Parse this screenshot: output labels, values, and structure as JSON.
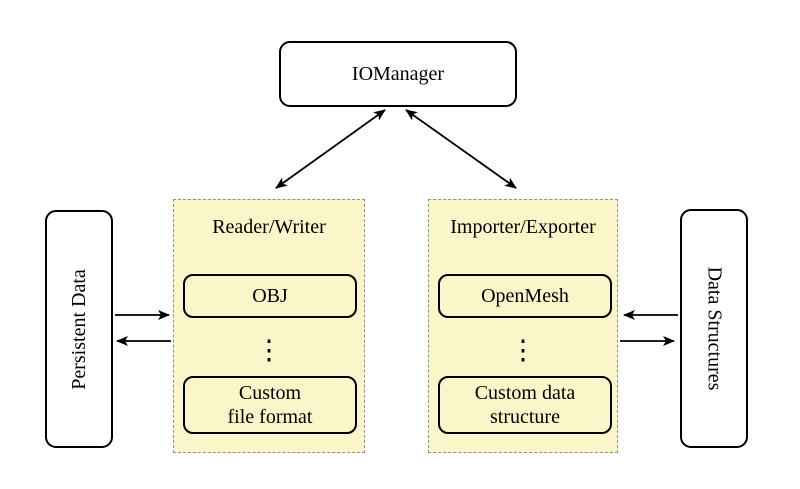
{
  "nodes": {
    "iomanager": "IOManager",
    "persistent_data": "Persistent Data",
    "data_structures": "Data Structures"
  },
  "panels": {
    "reader_writer": {
      "title": "Reader/Writer",
      "item_top": "OBJ",
      "dots": "⋮",
      "item_bottom_line1": "Custom",
      "item_bottom_line2": "file format"
    },
    "importer_exporter": {
      "title": "Importer/Exporter",
      "item_top": "OpenMesh",
      "dots": "⋮",
      "item_bottom_line1": "Custom data",
      "item_bottom_line2": "structure"
    }
  },
  "arrows": [
    {
      "name": "iomanager-reader-writer",
      "direction": "both"
    },
    {
      "name": "iomanager-importer-exporter",
      "direction": "both"
    },
    {
      "name": "persistent-data-to-reader-writer",
      "direction": "right"
    },
    {
      "name": "reader-writer-to-persistent-data",
      "direction": "left"
    },
    {
      "name": "data-structures-to-importer-exporter",
      "direction": "left"
    },
    {
      "name": "importer-exporter-to-data-structures",
      "direction": "right"
    }
  ],
  "colors": {
    "background": "#FFFFFF",
    "panel_fill": "#FBF6C9",
    "panel_border": "#8F8F8F",
    "node_fill": "#FFFFFF",
    "node_border": "#000000",
    "arrow": "#000000",
    "text": "#000000"
  }
}
